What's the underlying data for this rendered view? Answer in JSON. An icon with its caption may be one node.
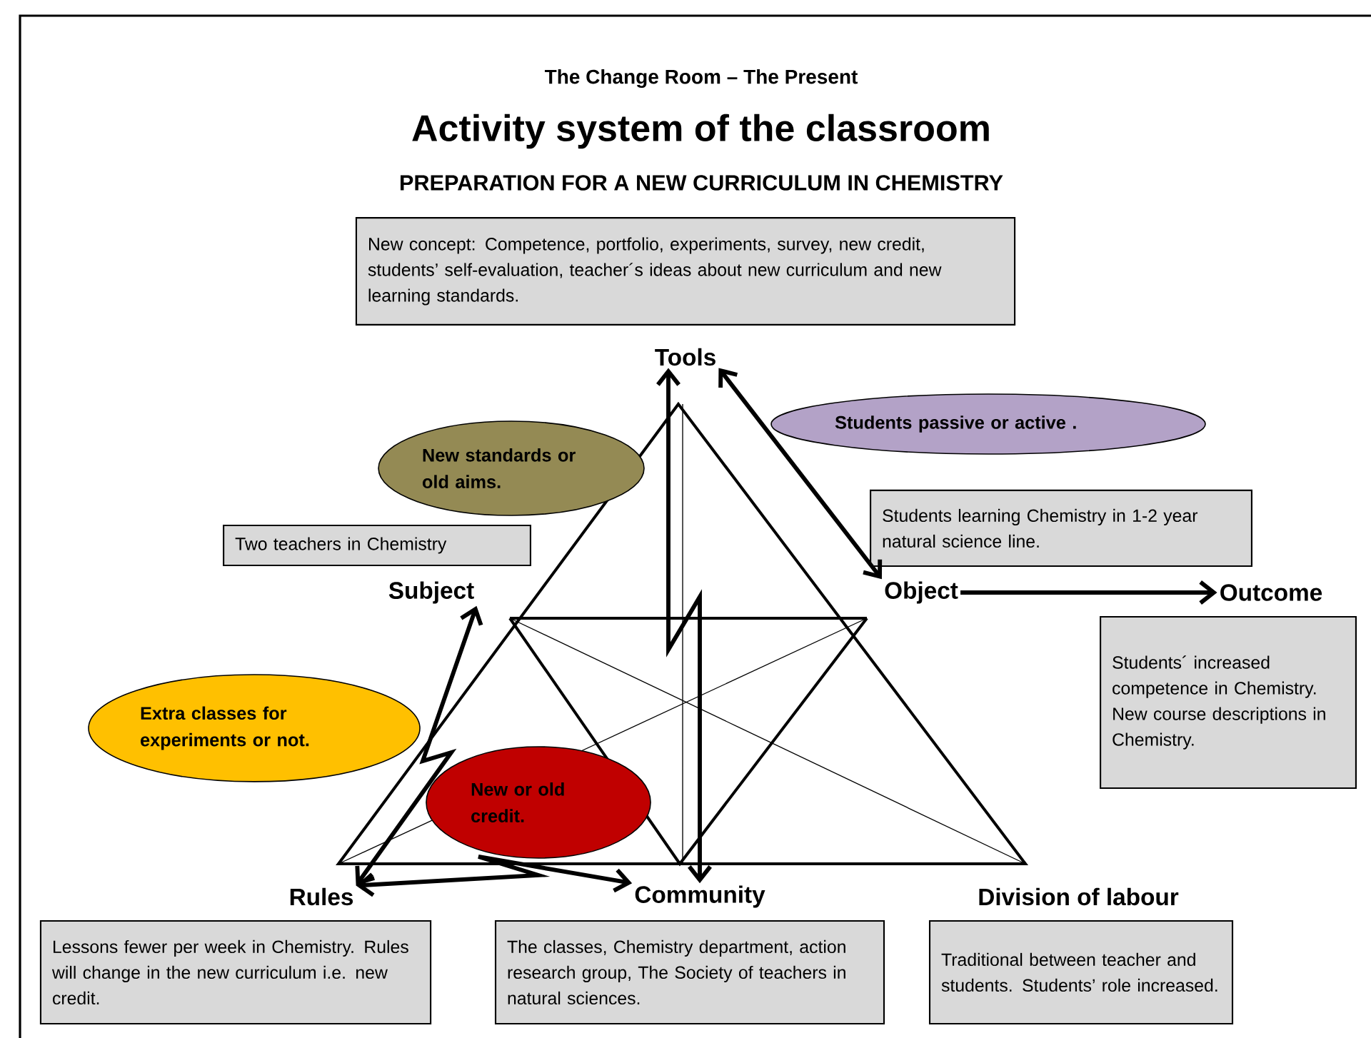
{
  "diagram": {
    "title": "Activity system of the classroom",
    "nodes": [
      {
        "text": [
          "Tools"
        ]
      },
      {
        "text": [
          "Subject"
        ]
      },
      {
        "text": [
          "Object"
        ]
      },
      {
        "text": [
          "Outcome"
        ]
      },
      {
        "text": [
          "Rules"
        ]
      },
      {
        "text": [
          "Community"
        ]
      },
      {
        "text": [
          "Division of labour"
        ]
      },
      {
        "text": [
          "New concept: Competence, portfolio, experiments, survey, new credit, students’ self-evaluation, teacher´s ideas about new curriculum and new learning standards."
        ]
      },
      {
        "text": [
          "Two teachers in Chemistry"
        ]
      },
      {
        "text": [
          "Students learning Chemistry in 1-2 year natural science line."
        ]
      },
      {
        "text": [
          "Students´ increased competence in Chemistry. New course descriptions in Chemistry."
        ]
      },
      {
        "text": [
          "Lessons fewer per week in Chemistry.  Rules will change in the new curriculum i.e. new credit."
        ]
      },
      {
        "text": [
          "The classes, Chemistry department, action research group, The Society of  teachers in natural sciences."
        ]
      },
      {
        "text": [
          "Traditional between teacher and students. Students’ role increased."
        ]
      },
      {
        "text": [
          "Students passive or active ."
        ]
      },
      {
        "text": [
          "New  standards or old aims."
        ]
      },
      {
        "text": [
          "Extra classes for experiments or not."
        ]
      },
      {
        "text": [
          "New  or old credit."
        ]
      }
    ],
    "edges": [
      {
        "from": 2,
        "to": 3,
        "arrow": "to"
      },
      {
        "from": 1,
        "to": 4,
        "arrow": "both"
      },
      {
        "from": 0,
        "to": 2,
        "arrow": "both"
      },
      {
        "from": 0,
        "to": 5,
        "arrow": "both"
      },
      {
        "from": 4,
        "to": 5,
        "arrow": "both"
      }
    ],
    "labels": [
      "The Change Room – The Present",
      "PREPARATION FOR A NEW CURRICULUM IN CHEMISTRY"
    ]
  }
}
